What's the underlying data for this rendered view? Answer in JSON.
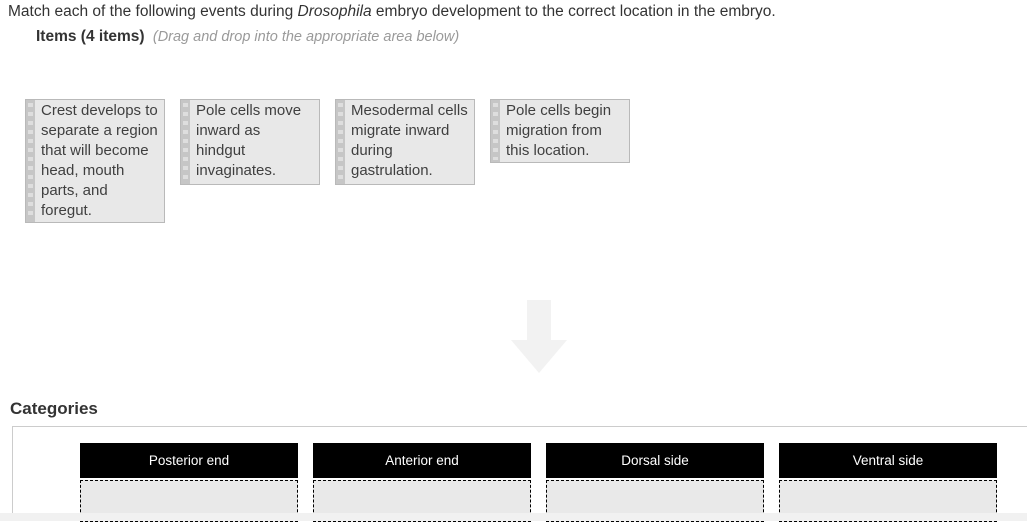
{
  "prompt": {
    "prefix": "Match each of the following events during ",
    "italic_term": "Drosophila",
    "suffix": " embryo development to the correct location in the embryo."
  },
  "items_header": {
    "label": "Items (4 items)",
    "hint": "(Drag and drop into the appropriate area below)"
  },
  "items": [
    {
      "lines": [
        "Crest develops to",
        "separate a region",
        "that will become",
        "head, mouth",
        "parts, and",
        "foregut."
      ]
    },
    {
      "lines": [
        "Pole cells move",
        "inward as",
        "hindgut",
        "invaginates."
      ]
    },
    {
      "lines": [
        "Mesodermal cells",
        "migrate inward",
        "during",
        "gastrulation."
      ]
    },
    {
      "lines": [
        "Pole cells begin",
        "migration from",
        "this location."
      ]
    }
  ],
  "icons": {
    "drop_direction": "down-arrow"
  },
  "categories_section": {
    "title": "Categories",
    "categories": [
      {
        "label": "Posterior end"
      },
      {
        "label": "Anterior end"
      },
      {
        "label": "Dorsal side"
      },
      {
        "label": "Ventral side"
      }
    ]
  },
  "colors": {
    "category_header_bg": "#000000",
    "category_header_text": "#ffffff",
    "item_bg": "#e8e8e8",
    "item_border": "#b9b9b9",
    "item_handle": "#c6c6c6",
    "drop_zone_bg": "#e9e9e9",
    "drop_zone_border": "#000000",
    "arrow": "#f2f2f2",
    "hint_text": "#9a9a9a",
    "body_text": "#333333"
  }
}
